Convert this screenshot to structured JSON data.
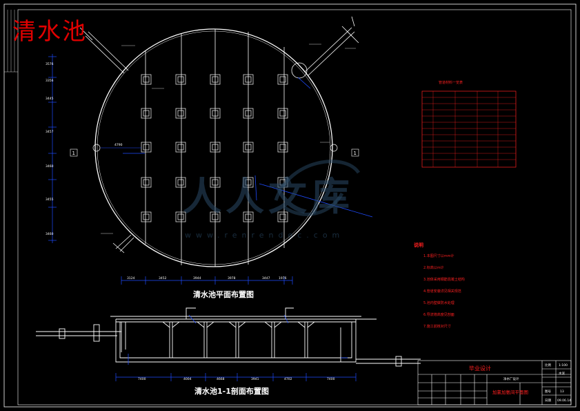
{
  "drawing": {
    "main_title": "清水池",
    "plan_caption": "清水池平面布置图",
    "section_caption": "清水池1-1剖面布置图",
    "watermark_text": "人人文库",
    "watermark_url": "www.renrendoc.com",
    "table_title": "管道材料一览表",
    "section_marks": [
      "1",
      "1"
    ],
    "plan_dims_bottom": [
      "3124",
      "3452",
      "3944",
      "3978",
      "3447",
      "1976"
    ],
    "plan_dims_left": [
      "3576",
      "3356",
      "3445",
      "3457",
      "3460",
      "3455",
      "3460"
    ],
    "plan_dim_radius": "4790",
    "section_dims": [
      "7400",
      "4004",
      "4668",
      "3941",
      "4702",
      "7400"
    ],
    "notes_title": "说明",
    "notes": [
      "1.本图尺寸以mm计",
      "2.标高以m计",
      "3.池体采用钢筋混凝土结构",
      "4.管道安装详见相关规范",
      "5.池内壁做防水处理",
      "6.导流墙高度见剖面",
      "7.施工前核对尺寸"
    ],
    "title_block": {
      "heading": "毕业设计",
      "drawing_name": "加氯加氨间平面图",
      "scale_label": "比例",
      "scale": "1:100",
      "sheet_label": "图号",
      "sheet_no": "13",
      "date_label": "日期",
      "date": "09.06.14",
      "project": "净水厂设计",
      "material": "水泥"
    }
  }
}
